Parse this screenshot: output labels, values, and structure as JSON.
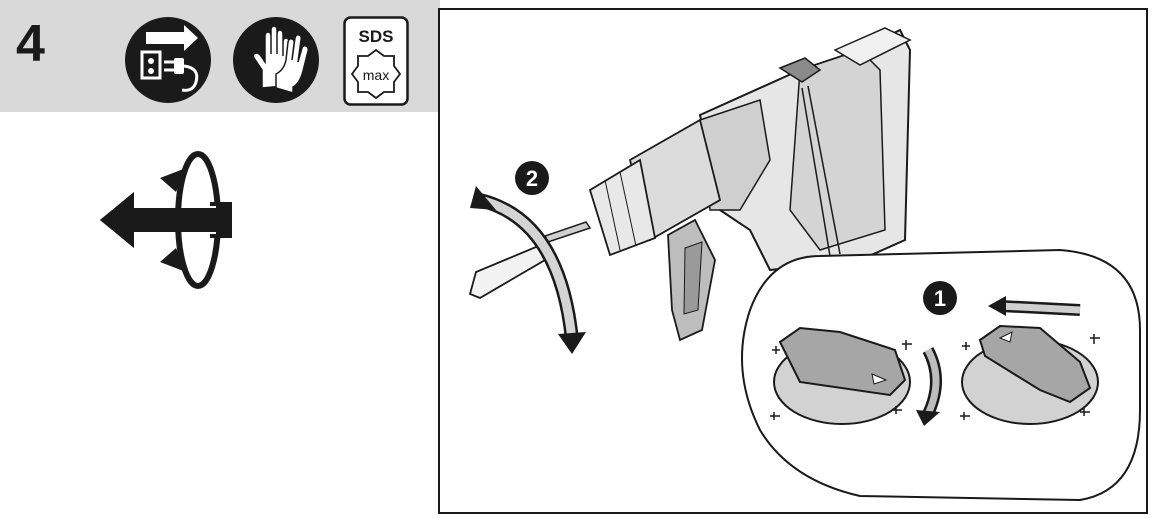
{
  "step": {
    "number": "4"
  },
  "icons": {
    "unplug": "unplug-power-icon",
    "gloves": "protective-gloves-icon",
    "sds": "sds-max-badge-icon",
    "rotation": "chisel-rotation-symbol-icon"
  },
  "sds_badge": {
    "top_label": "SDS",
    "bottom_label": "max"
  },
  "callouts": [
    {
      "label": "1"
    },
    {
      "label": "2"
    }
  ],
  "colors": {
    "header_band": "#d9d9d9",
    "ink": "#1a1a1a",
    "mid_gray": "#9a9a9a",
    "light_gray": "#cfcfcf"
  }
}
